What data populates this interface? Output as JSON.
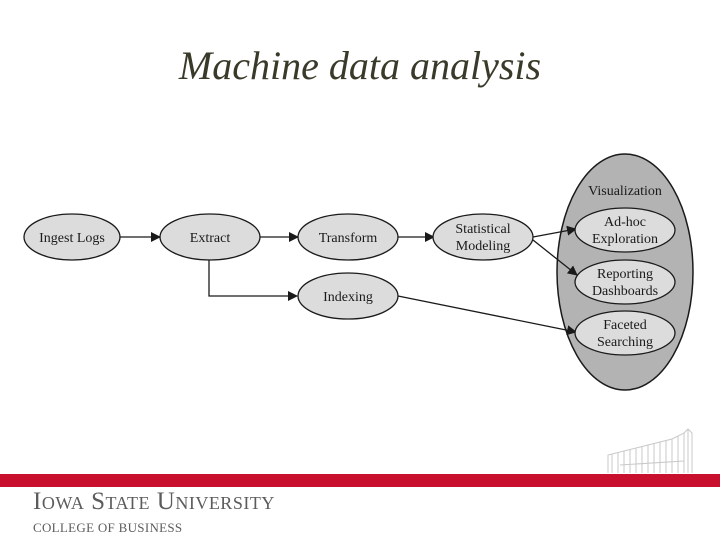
{
  "slide": {
    "title": "Machine data analysis"
  },
  "diagram": {
    "nodes": {
      "ingest_logs": "Ingest Logs",
      "extract": "Extract",
      "transform": "Transform",
      "statistical_modeling": [
        "Statistical",
        "Modeling"
      ],
      "indexing": "Indexing",
      "visualization": "Visualization",
      "adhoc_exploration": [
        "Ad-hoc",
        "Exploration"
      ],
      "reporting_dashboards": [
        "Reporting",
        "Dashboards"
      ],
      "faceted_searching": [
        "Faceted",
        "Searching"
      ]
    },
    "colors": {
      "node_fill": "#dcdcdc",
      "container_fill": "#b3b3b3",
      "stroke": "#1a1a1a"
    }
  },
  "footer": {
    "university": "Iowa State University",
    "college": "COLLEGE OF BUSINESS",
    "band_color": "#c8102e"
  }
}
